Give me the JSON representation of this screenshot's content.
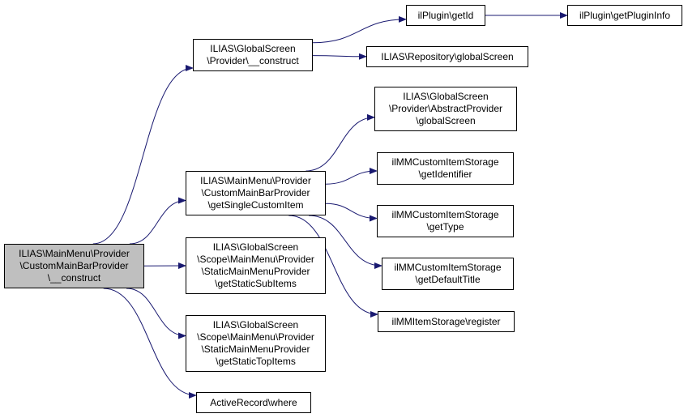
{
  "colors": {
    "edge": "#191970",
    "focus_fill": "#bfbfbf",
    "node_fill": "#ffffff",
    "node_border": "#000000"
  },
  "nodes": {
    "main_construct": {
      "lines": [
        "ILIAS\\MainMenu\\Provider",
        "\\CustomMainBarProvider",
        "\\__construct"
      ]
    },
    "gs_provider_construct": {
      "lines": [
        "ILIAS\\GlobalScreen",
        "\\Provider\\__construct"
      ]
    },
    "get_single_custom_item": {
      "lines": [
        "ILIAS\\MainMenu\\Provider",
        "\\CustomMainBarProvider",
        "\\getSingleCustomItem"
      ]
    },
    "get_static_sub_items": {
      "lines": [
        "ILIAS\\GlobalScreen",
        "\\Scope\\MainMenu\\Provider",
        "\\StaticMainMenuProvider",
        "\\getStaticSubItems"
      ]
    },
    "get_static_top_items": {
      "lines": [
        "ILIAS\\GlobalScreen",
        "\\Scope\\MainMenu\\Provider",
        "\\StaticMainMenuProvider",
        "\\getStaticTopItems"
      ]
    },
    "active_record_where": {
      "lines": [
        "ActiveRecord\\where"
      ]
    },
    "plugin_get_id": {
      "lines": [
        "ilPlugin\\getId"
      ]
    },
    "plugin_get_plugin_info": {
      "lines": [
        "ilPlugin\\getPluginInfo"
      ]
    },
    "repository_global_screen": {
      "lines": [
        "ILIAS\\Repository\\globalScreen"
      ]
    },
    "abstract_provider_global_screen": {
      "lines": [
        "ILIAS\\GlobalScreen",
        "\\Provider\\AbstractProvider",
        "\\globalScreen"
      ]
    },
    "storage_get_identifier": {
      "lines": [
        "ilMMCustomItemStorage",
        "\\getIdentifier"
      ]
    },
    "storage_get_type": {
      "lines": [
        "ilMMCustomItemStorage",
        "\\getType"
      ]
    },
    "storage_get_default_title": {
      "lines": [
        "ilMMCustomItemStorage",
        "\\getDefaultTitle"
      ]
    },
    "item_storage_register": {
      "lines": [
        "ilMMItemStorage\\register"
      ]
    }
  },
  "edges": [
    [
      "main_construct",
      "gs_provider_construct"
    ],
    [
      "main_construct",
      "get_single_custom_item"
    ],
    [
      "main_construct",
      "get_static_sub_items"
    ],
    [
      "main_construct",
      "get_static_top_items"
    ],
    [
      "main_construct",
      "active_record_where"
    ],
    [
      "gs_provider_construct",
      "plugin_get_id"
    ],
    [
      "gs_provider_construct",
      "repository_global_screen"
    ],
    [
      "plugin_get_id",
      "plugin_get_plugin_info"
    ],
    [
      "get_single_custom_item",
      "abstract_provider_global_screen"
    ],
    [
      "get_single_custom_item",
      "storage_get_identifier"
    ],
    [
      "get_single_custom_item",
      "storage_get_type"
    ],
    [
      "get_single_custom_item",
      "storage_get_default_title"
    ],
    [
      "get_single_custom_item",
      "item_storage_register"
    ]
  ]
}
